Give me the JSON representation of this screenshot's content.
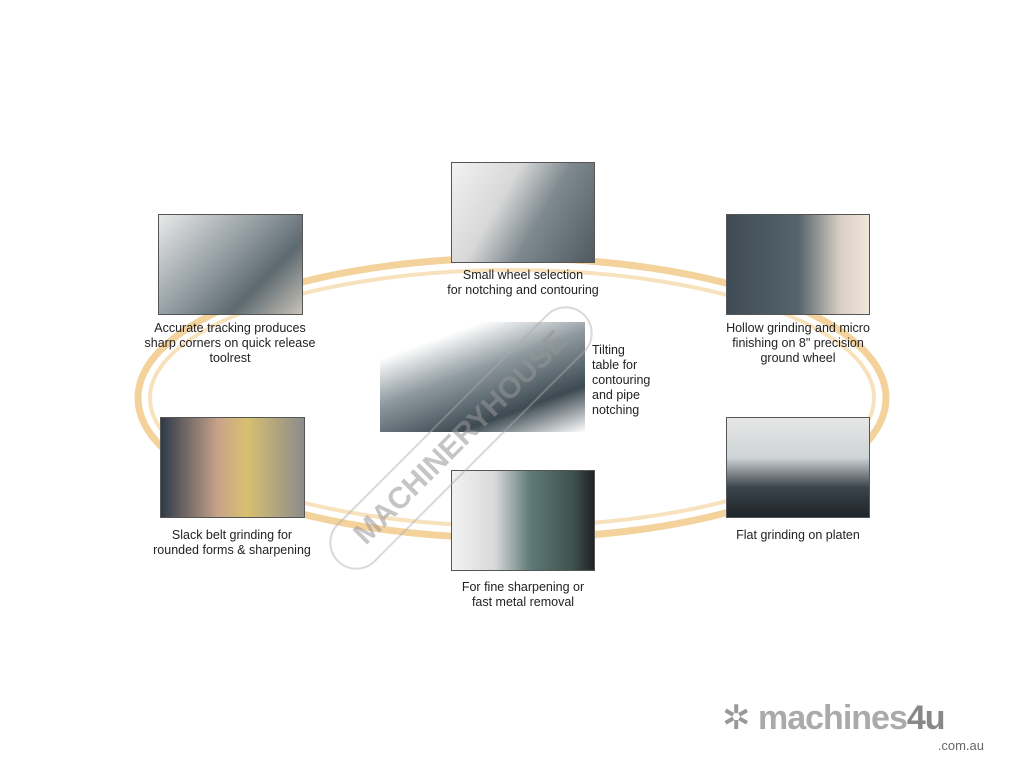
{
  "captions": {
    "top_left": [
      "Accurate tracking produces",
      "sharp corners on quick release",
      "toolrest"
    ],
    "top_center": [
      "Small wheel selection",
      "for notching and contouring"
    ],
    "top_right": [
      "Hollow grinding and micro",
      "finishing on 8\" precision",
      "ground wheel"
    ],
    "center": [
      "Tilting",
      "table for",
      "contouring",
      "and pipe",
      "notching"
    ],
    "bottom_left": [
      "Slack belt grinding for",
      "rounded forms & sharpening"
    ],
    "bottom_center": [
      "For fine sharpening or",
      "fast metal removal"
    ],
    "bottom_right": [
      "Flat grinding on platen"
    ]
  },
  "watermark": "MACHINERYHOUSE",
  "logo": {
    "word": "machines",
    "four": "4u",
    "domain": ".com.au",
    "icon": "snowflake-arrows-icon"
  },
  "colors": {
    "ring": "#f0c987",
    "text": "#222222"
  }
}
